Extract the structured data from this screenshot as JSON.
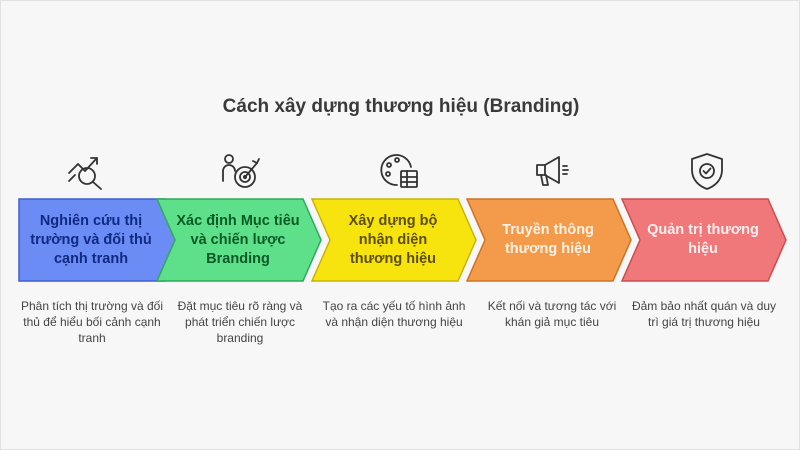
{
  "title": "Cách xây dựng thương hiệu (Branding)",
  "steps": [
    {
      "label": "Nghiên cứu thị trường và đối thủ cạnh tranh",
      "description": "Phân tích thị trường và đối thủ để hiểu bối cảnh cạnh tranh",
      "icon": "market-analysis-icon",
      "fill": "#6b8cf5",
      "stroke": "#3f5fcf",
      "text_color": "#0f2a80"
    },
    {
      "label": "Xác định Mục tiêu và chiến lược Branding",
      "description": "Đặt mục tiêu rõ ràng và phát triển chiến lược branding",
      "icon": "target-person-icon",
      "fill": "#5ee08a",
      "stroke": "#2fa85a",
      "text_color": "#0a5a26"
    },
    {
      "label": "Xây dựng bộ nhận diện thương hiệu",
      "description": "Tạo ra các yếu tố hình ảnh và nhận diện thương hiệu",
      "icon": "palette-icon",
      "fill": "#f7e40f",
      "stroke": "#c9b500",
      "text_color": "#5c4e00"
    },
    {
      "label": "Truyền thông thương hiệu",
      "description": "Kết nối và tương tác với khán giả mục tiêu",
      "icon": "megaphone-icon",
      "fill": "#f49a4b",
      "stroke": "#d07225",
      "text_color": "#fff3e6"
    },
    {
      "label": "Quản trị thương hiệu",
      "description": "Đảm bảo nhất quán và duy trì giá trị thương hiệu",
      "icon": "shield-check-icon",
      "fill": "#f0787a",
      "stroke": "#cc4c4f",
      "text_color": "#fff0f0"
    }
  ]
}
